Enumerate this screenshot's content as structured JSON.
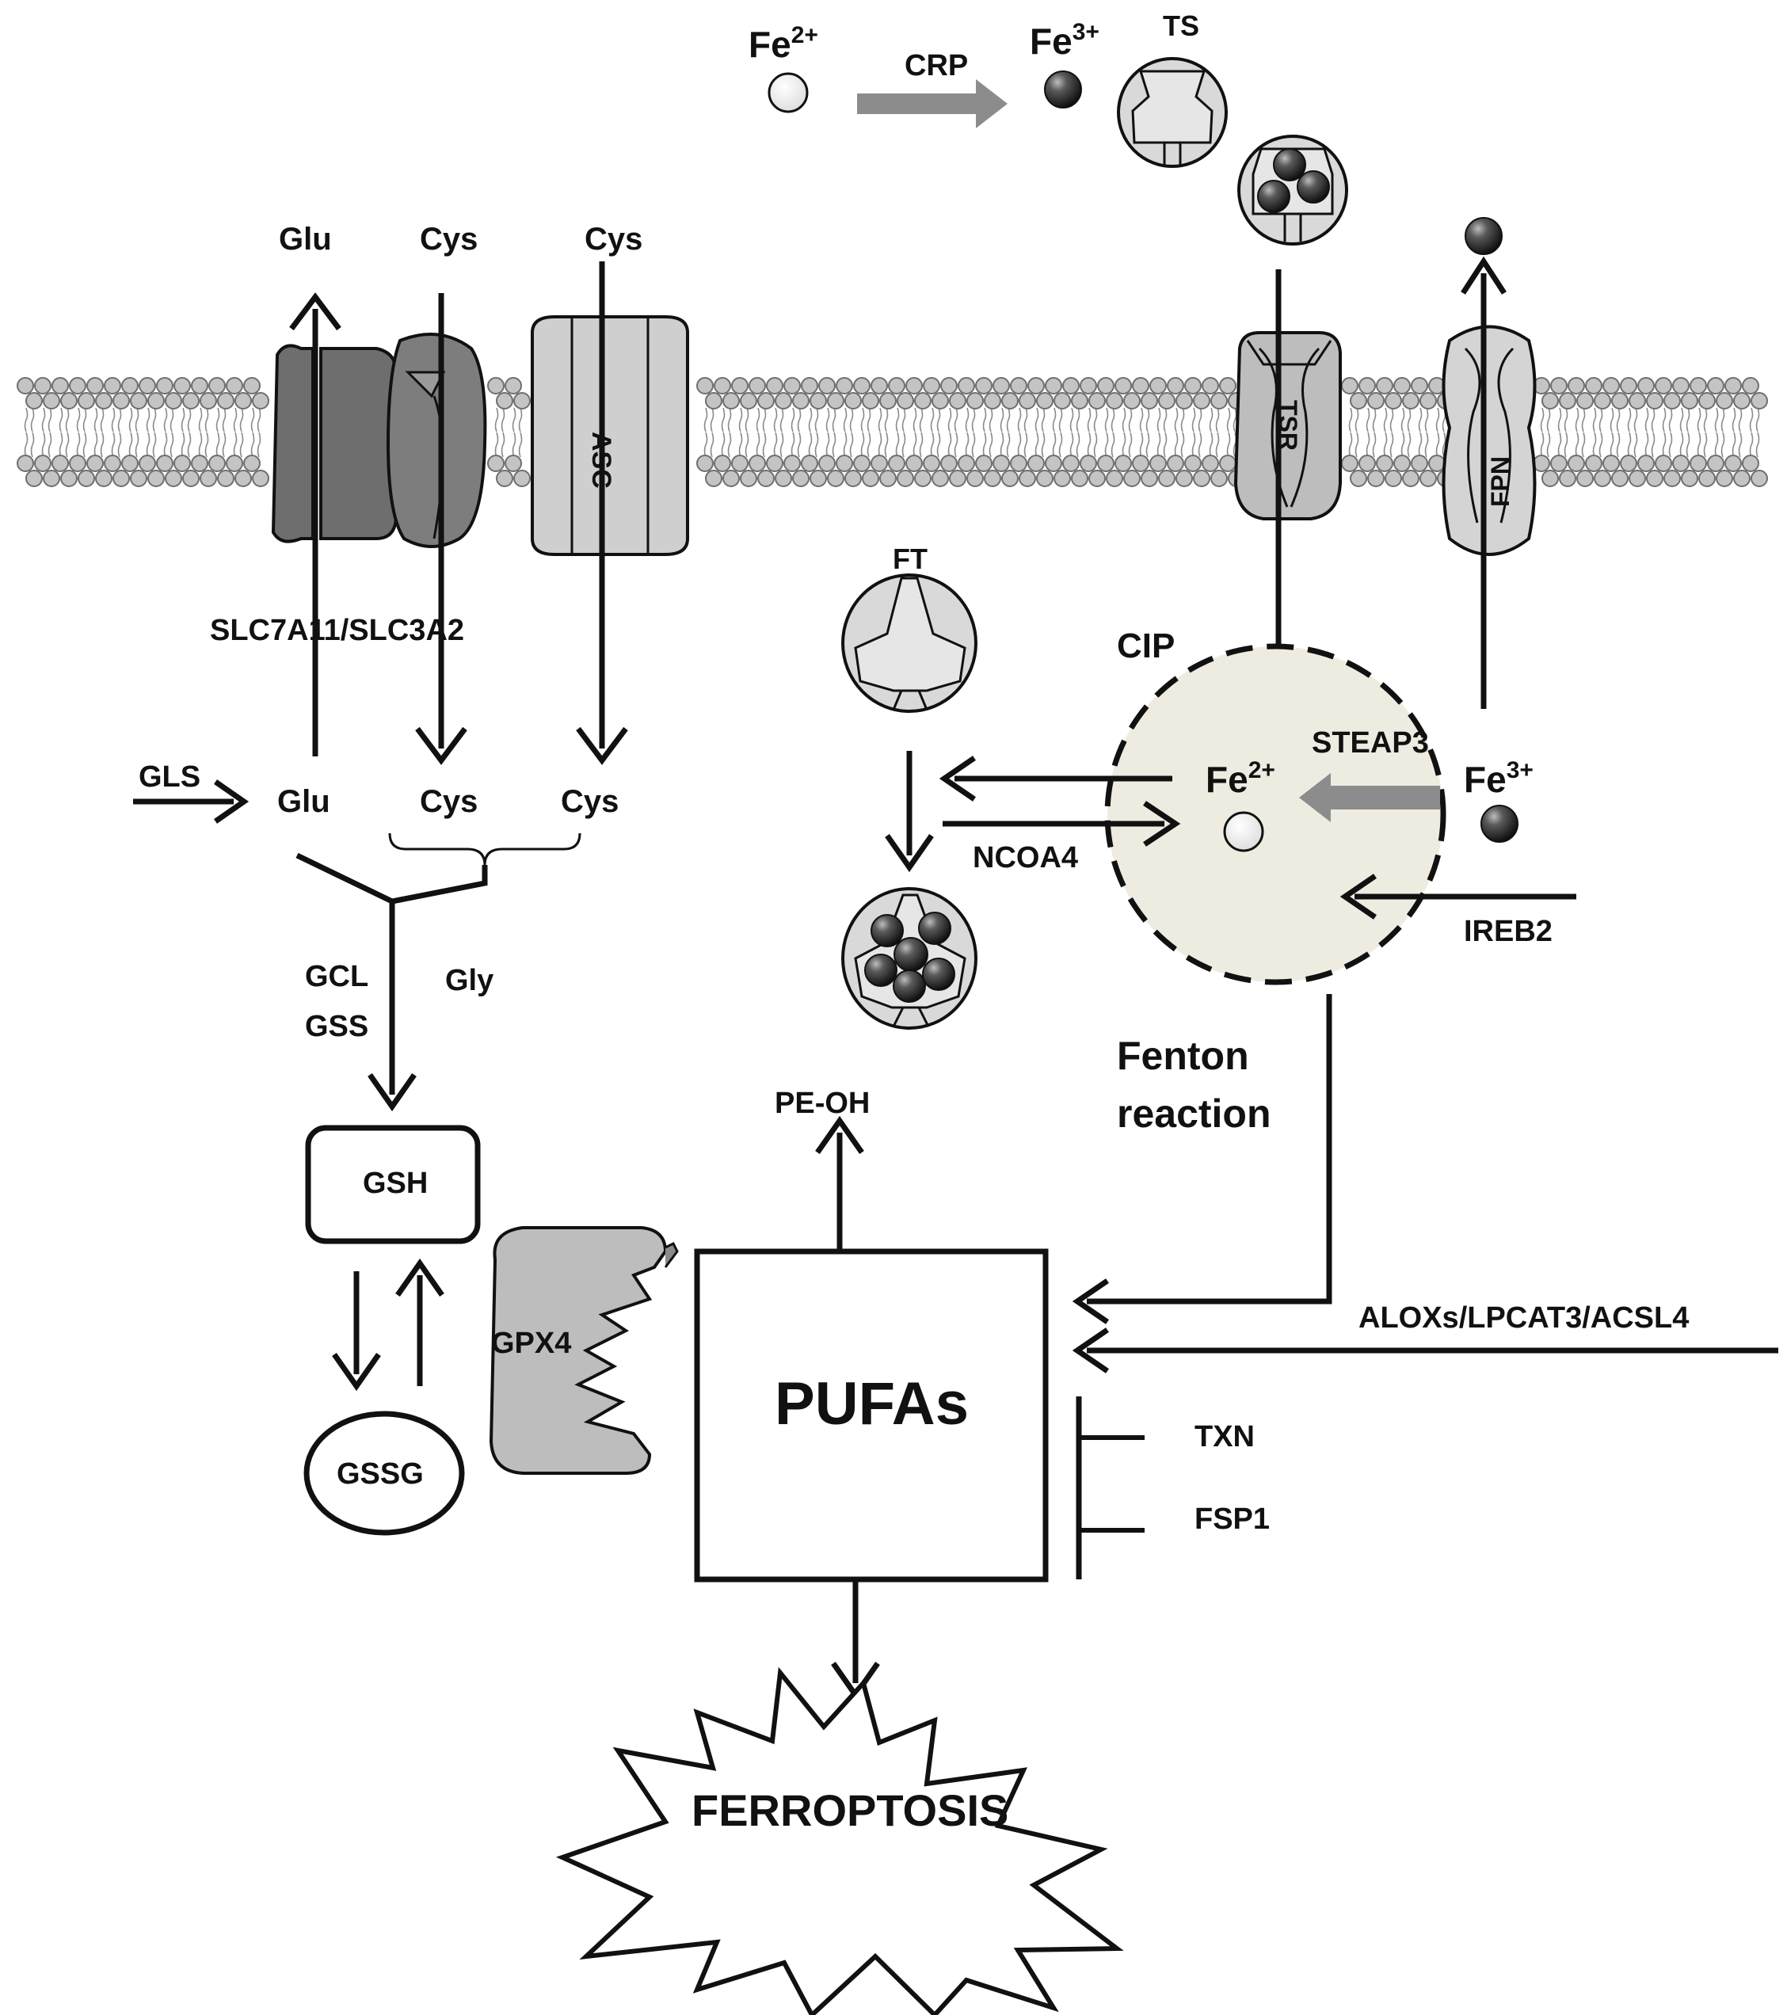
{
  "labels": {
    "fe2_top": "Fe",
    "fe2_top_sup": "2+",
    "crp": "CRP",
    "fe3_top": "Fe",
    "fe3_top_sup": "3+",
    "ts": "TS",
    "glu_out": "Glu",
    "cys_out_1": "Cys",
    "cys_out_2": "Cys",
    "asc": "ASC",
    "tsr": "TSR",
    "fpn": "FPN",
    "ft": "FT",
    "cip": "CIP",
    "slc": "SLC7A11/SLC3A2",
    "gls": "GLS",
    "glu_in": "Glu",
    "cys_in_1": "Cys",
    "cys_in_2": "Cys",
    "fe2_cip": "Fe",
    "fe2_cip_sup": "2+",
    "steap3": "STEAP3",
    "fe3_cip": "Fe",
    "fe3_cip_sup": "3+",
    "ncoa4": "NCOA4",
    "ireb2": "IREB2",
    "gcl": "GCL",
    "gss": "GSS",
    "gly": "Gly",
    "fenton_1": "Fenton",
    "fenton_2": "reaction",
    "pe_oh": "PE-OH",
    "gsh": "GSH",
    "gssg": "GSSG",
    "gpx4": "GPX4",
    "pufas": "PUFAs",
    "alox": "ALOXs/LPCAT3/ACSL4",
    "txn": "TXN",
    "fsp1": "FSP1",
    "ferroptosis": "FERROPTOSIS"
  },
  "colors": {
    "ink": "#111111",
    "membrane_head": "#c4c4c4",
    "membrane_head_stroke": "#6f6f6f",
    "transporter_dark": "#6e6e6e",
    "transporter_mid": "#8a8a8a",
    "transporter_light": "#cfcfcf",
    "protein_light": "#d9d9d9",
    "gray_arrow": "#8c8c8c",
    "cip_fill": "#eeece1",
    "iron_ball": "#3a3a3a"
  },
  "icons": {
    "fe2_ion": "hollow-circle",
    "fe3_ion": "dark-sphere",
    "ferroptosis_burst": "star-burst"
  }
}
